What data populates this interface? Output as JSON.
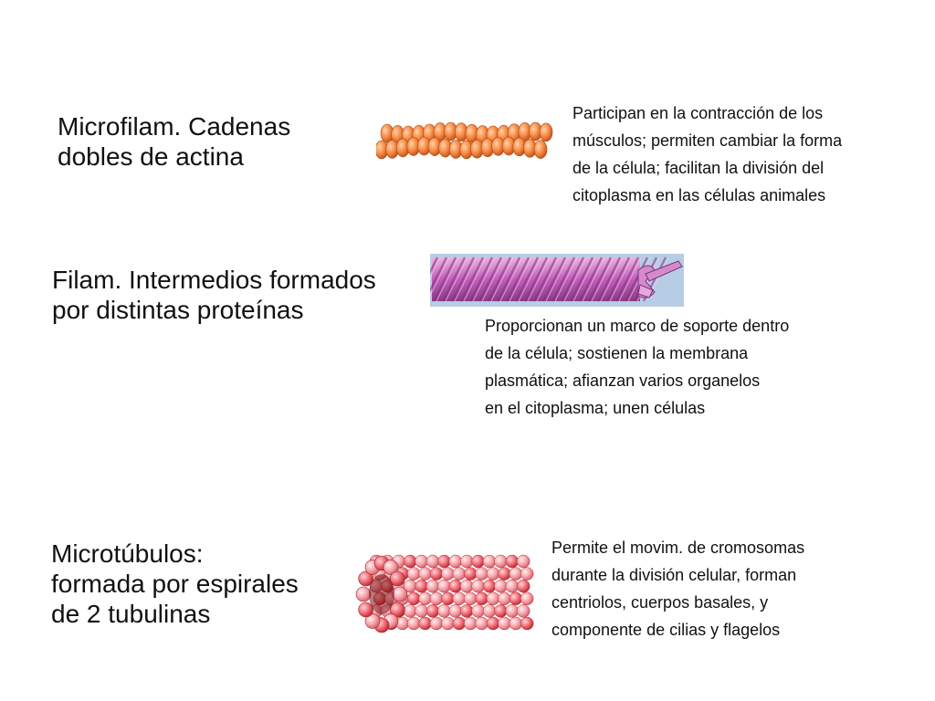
{
  "rows": [
    {
      "title": "Microfilam. Cadenas\ndobles de actina",
      "description": "Participan en la contracción de los\nmúsculos; permiten cambiar la forma\nde la célula; facilitan la división del\ncitoplasma en las células animales",
      "illustration": "actin-microfilament",
      "color": "#f07a3a"
    },
    {
      "title": "Filam. Intermedios  formados\npor distintas proteínas",
      "description": "Proporcionan un marco de soporte dentro\nde la célula; sostienen la membrana\nplasmática; afianzan varios organelos\nen el citoplasma; unen células",
      "illustration": "intermediate-filament",
      "color": "#c86ac0"
    },
    {
      "title": "Microtúbulos:\nformada por espirales\nde 2 tubulinas",
      "description": "Permite el movim. de cromosomas\ndurante la división celular, forman\ncentriolos, cuerpos basales, y\ncomponente de cilias y flagelos",
      "illustration": "microtubule",
      "color": "#e8505a"
    }
  ]
}
